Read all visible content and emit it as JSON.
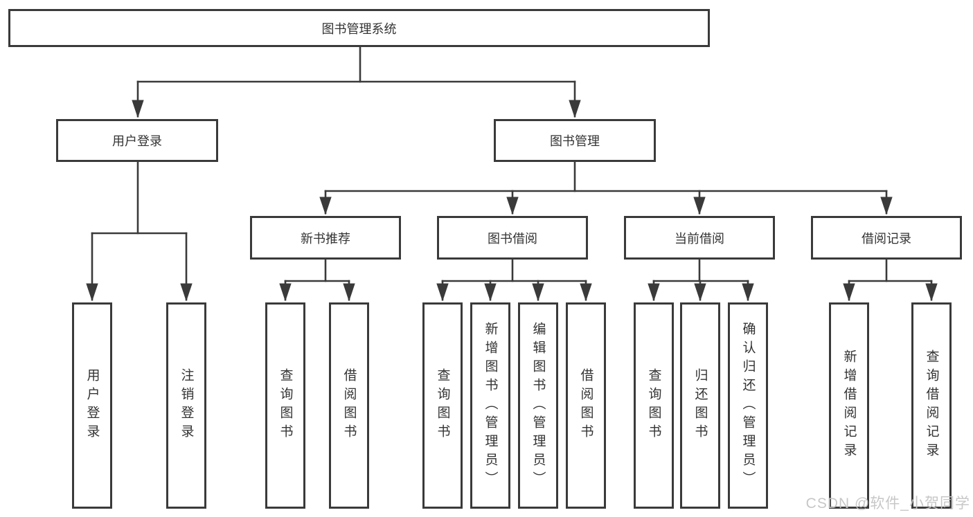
{
  "tree": {
    "label": "图书管理系统",
    "children": [
      {
        "label": "用户登录",
        "children": [
          {
            "label": "用户登录"
          },
          {
            "label": "注销登录"
          }
        ]
      },
      {
        "label": "图书管理",
        "children": [
          {
            "label": "新书推荐",
            "children": [
              {
                "label": "查询图书"
              },
              {
                "label": "借阅图书"
              }
            ]
          },
          {
            "label": "图书借阅",
            "children": [
              {
                "label": "查询图书"
              },
              {
                "label": "新增图书（管理员）"
              },
              {
                "label": "编辑图书（管理员）"
              },
              {
                "label": "借阅图书"
              }
            ]
          },
          {
            "label": "当前借阅",
            "children": [
              {
                "label": "查询图书"
              },
              {
                "label": "归还图书"
              },
              {
                "label": "确认归还（管理员）"
              }
            ]
          },
          {
            "label": "借阅记录",
            "children": [
              {
                "label": "新增借阅记录"
              },
              {
                "label": "查询借阅记录"
              }
            ]
          }
        ]
      }
    ]
  },
  "watermark": {
    "text": "CSDN @软件_小贺同学"
  },
  "colors": {
    "line": "#3a3a3a",
    "box_border": "#3a3a3a",
    "text": "#333333",
    "watermark": "#c4c4c4",
    "background": "#ffffff"
  }
}
